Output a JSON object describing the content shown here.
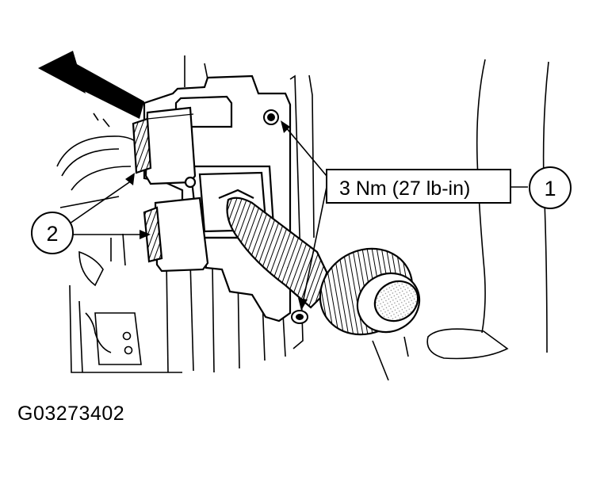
{
  "callouts": {
    "torque_label": "3 Nm (27 lb-in)",
    "item_1": "1",
    "item_2": "2"
  },
  "figure_id": "G03273402",
  "colors": {
    "ink": "#000000",
    "paper": "#ffffff",
    "shade": "#cfcfcf"
  }
}
